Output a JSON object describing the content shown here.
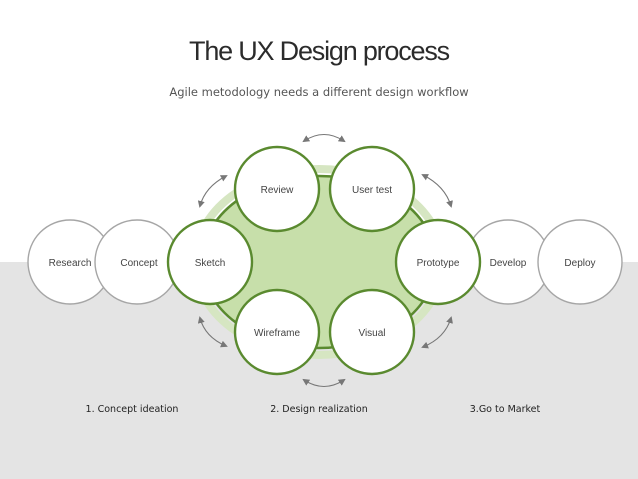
{
  "header": {
    "title": "The UX Design process",
    "subtitle": "Agile metodology needs a different design workflow"
  },
  "nodes": {
    "research": "Research",
    "concept": "Concept",
    "sketch": "Sketch",
    "review": "Review",
    "user_test": "User test",
    "prototype": "Prototype",
    "wireframe": "Wireframe",
    "visual": "Visual",
    "develop": "Develop",
    "deploy": "Deploy"
  },
  "phases": {
    "concept_ideation": "1. Concept ideation",
    "design_realization": "2. Design realization",
    "go_to_market": "3.Go to Market"
  },
  "colors": {
    "background": "#ffffff",
    "bottom_band": "#e4e4e4",
    "loop_fill": "#c7dfaa",
    "green_stroke": "#5a8a2f",
    "gray_stroke": "#a6a6a6",
    "arrow": "#777777"
  }
}
